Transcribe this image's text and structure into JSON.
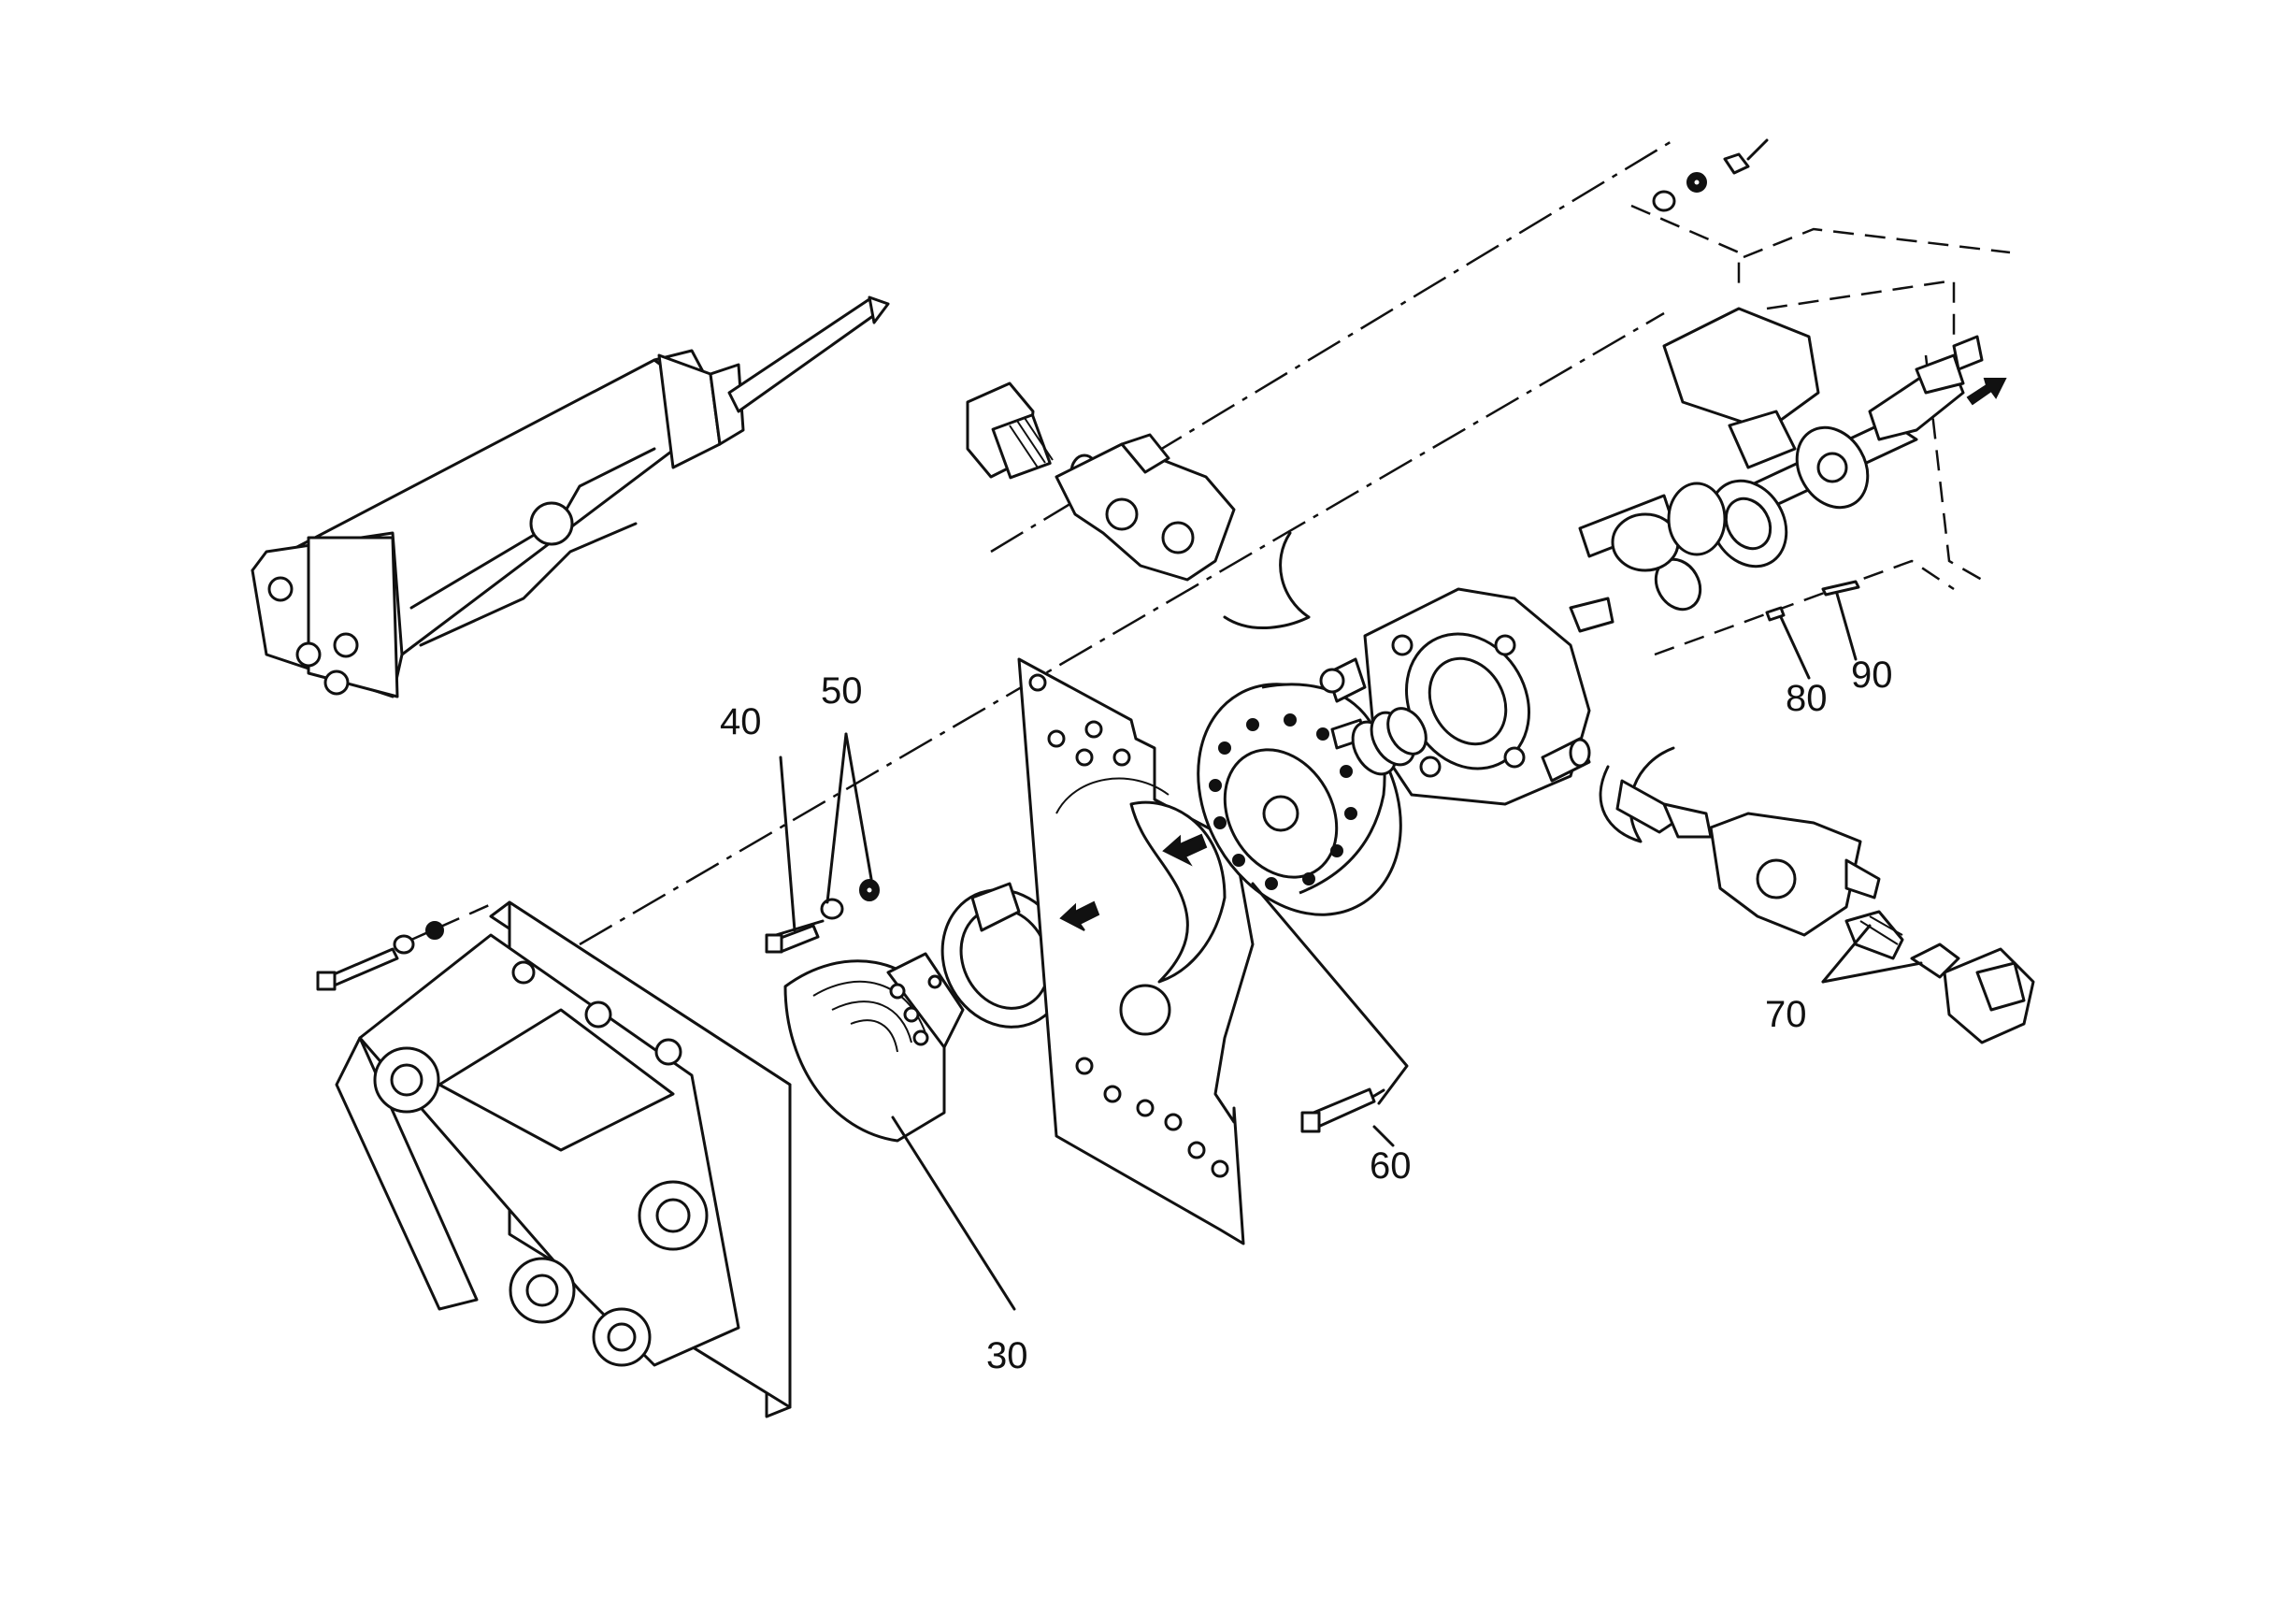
{
  "diagram": {
    "callouts": [
      {
        "id": "c30",
        "text": "30"
      },
      {
        "id": "c40",
        "text": "40"
      },
      {
        "id": "c50",
        "text": "50"
      },
      {
        "id": "c60",
        "text": "60"
      },
      {
        "id": "c70",
        "text": "70"
      },
      {
        "id": "c80",
        "text": "80"
      },
      {
        "id": "c90",
        "text": "90"
      }
    ]
  }
}
